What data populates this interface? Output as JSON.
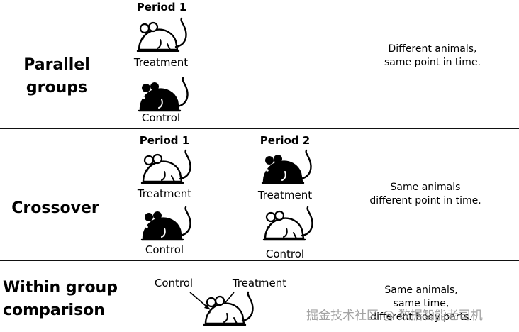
{
  "rows": [
    {
      "design_lines": [
        "Parallel",
        "groups"
      ],
      "periods": [
        "Period 1"
      ],
      "labels": [
        "Treatment",
        "Control"
      ],
      "description_lines": [
        "Different animals,",
        "same point in time."
      ]
    },
    {
      "design_lines": [
        "Crossover"
      ],
      "periods": [
        "Period 1",
        "Period 2"
      ],
      "labels": [
        "Treatment",
        "Control",
        "Treatment",
        "Control"
      ],
      "description_lines": [
        "Same animals",
        "different point in time."
      ]
    },
    {
      "design_lines": [
        "Within group",
        "comparison"
      ],
      "labels": [
        "Control",
        "Treatment"
      ],
      "description_lines": [
        "Same animals,",
        "same time,",
        "different body parts."
      ]
    }
  ],
  "watermark": "掘金技术社区 @ 数据智能老司机",
  "colors": {
    "ink": "#000000",
    "rule": "#111111",
    "watermark": "#9a9a9a"
  }
}
